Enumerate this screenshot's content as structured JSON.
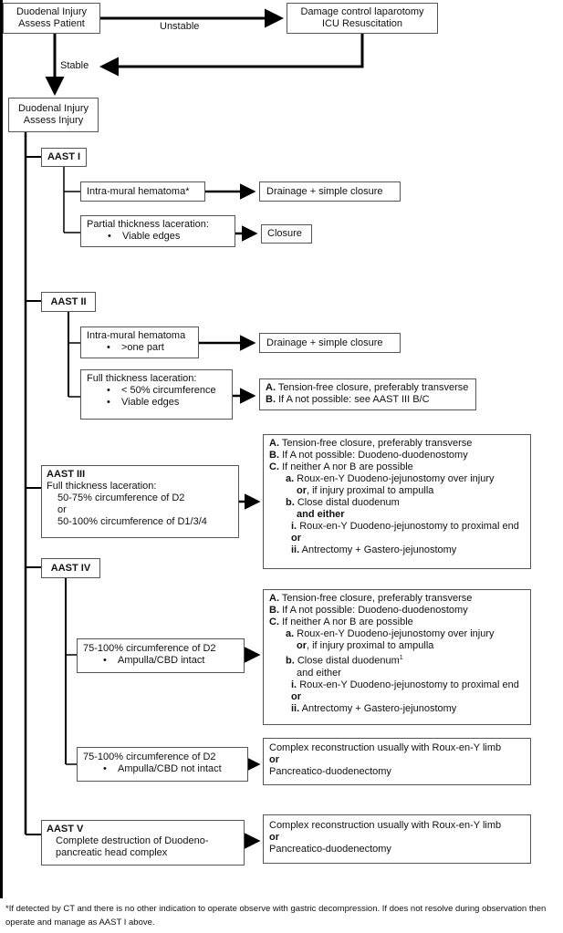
{
  "start": {
    "title": "Duodenal Injury",
    "subtitle": "Assess Patient"
  },
  "unstable_label": "Unstable",
  "damage": {
    "line1": "Damage control laparotomy",
    "line2": "ICU Resuscitation"
  },
  "stable_label": "Stable",
  "assess": {
    "title": "Duodenal Injury",
    "subtitle": "Assess Injury"
  },
  "g1": {
    "label": "AAST I",
    "a": {
      "text": "Intra-mural hematoma*",
      "result": "Drainage + simple closure"
    },
    "b": {
      "text": "Partial thickness laceration:",
      "bullet": "Viable edges",
      "result": "Closure"
    }
  },
  "g2": {
    "label": "AAST II",
    "a": {
      "text": "Intra-mural hematoma",
      "bullet": ">one part",
      "result": "Drainage + simple closure"
    },
    "b": {
      "text": "Full thickness laceration:",
      "bullet1": "< 50% circumference",
      "bullet2": "Viable edges",
      "resA_label": "A.",
      "resA": "Tension-free closure, preferably transverse",
      "resB_label": "B.",
      "resB": "If A not possible: see AAST III B/C"
    }
  },
  "g3": {
    "label": "AAST III",
    "line1": "Full thickness laceration:",
    "line2": "50-75% circumference of D2",
    "or": "or",
    "line3": "50-100% circumference of D1/3/4",
    "opts": {
      "a_lbl": "A.",
      "a": "Tension-free closure, preferably transverse",
      "b_lbl": "B.",
      "b": "If A not possible: Duodeno-duodenostomy",
      "c_lbl": "C.",
      "c": "If neither A nor B are possible",
      "ca_lbl": "a.",
      "ca": "Roux-en-Y Duodeno-jejunostomy over injury",
      "or1": "or",
      "ca2": ", if injury proximal to ampulla",
      "cb_lbl": "b.",
      "cb": "Close distal duodenum",
      "andeither": "and either",
      "i_lbl": "i.",
      "i": "Roux-en-Y Duodeno-jejunostomy to proximal end",
      "or2": "or",
      "ii_lbl": "ii.",
      "ii": "Antrectomy + Gastero-jejunostomy"
    }
  },
  "g4": {
    "label": "AAST IV",
    "a": {
      "text": "75-100% circumference of D2",
      "bullet": "Ampulla/CBD intact"
    },
    "opts": {
      "a_lbl": "A.",
      "a": "Tension-free closure, preferably transverse",
      "b_lbl": "B.",
      "b": "If A not possible: Duodeno-duodenostomy",
      "c_lbl": "C.",
      "c": "If neither A nor B are possible",
      "ca_lbl": "a.",
      "ca": "Roux-en-Y Duodeno-jejunostomy over injury",
      "or1": "or",
      "ca2": ", if injury proximal to ampulla",
      "cb_lbl": "b.",
      "cb": "Close distal duodenum",
      "sup": "1",
      "andeither": "and either",
      "i_lbl": "i.",
      "i": "Roux-en-Y Duodeno-jejunostomy to proximal end",
      "or2": "or",
      "ii_lbl": "ii.",
      "ii": "Antrectomy + Gastero-jejunostomy"
    },
    "b": {
      "text": "75-100% circumference of D2",
      "bullet": "Ampulla/CBD not intact",
      "res1": "Complex reconstruction usually with Roux-en-Y limb",
      "res_or": "or",
      "res2": "Pancreatico-duodenectomy"
    }
  },
  "g5": {
    "label": "AAST V",
    "line1": "Complete destruction of Duodeno-",
    "line2": "pancreatic head complex",
    "res1": "Complex reconstruction usually with Roux-en-Y limb",
    "res_or": "or",
    "res2": "Pancreatico-duodenectomy"
  },
  "footnote": "*If detected by CT and there is no other indication to operate observe with gastric decompression. If does not resolve during observation then operate and manage as AAST I above."
}
